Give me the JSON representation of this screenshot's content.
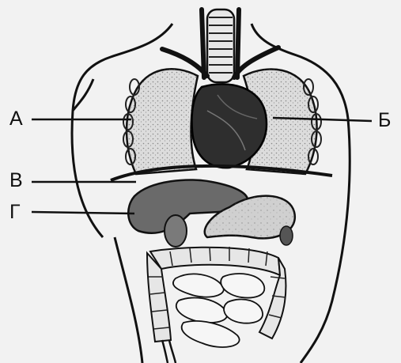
{
  "labels": {
    "a": "А",
    "b": "Б",
    "v": "В",
    "g": "Г"
  },
  "colors": {
    "background": "#f2f2f2",
    "ink": "#111111",
    "organ_dark": "#3a3a3a",
    "organ_mid": "#8a8a8a",
    "organ_light": "#d6d6d6"
  }
}
